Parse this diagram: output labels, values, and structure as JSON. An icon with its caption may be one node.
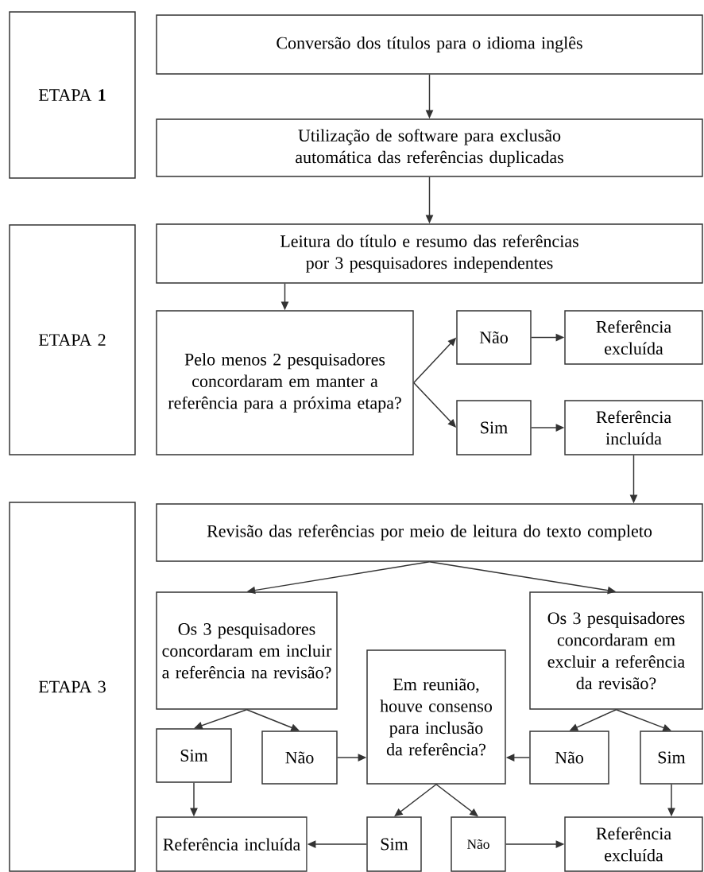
{
  "diagram": {
    "nodes": [
      {
        "text": [
          "ETAPA **1**"
        ]
      },
      {
        "text": [
          "Conversão dos títulos para o idioma inglês"
        ]
      },
      {
        "text": [
          "Utilização de software para exclusão automática das referências duplicadas"
        ]
      },
      {
        "text": [
          "ETAPA 2"
        ]
      },
      {
        "text": [
          "Leitura do título e resumo das referências por 3 pesquisadores independentes"
        ]
      },
      {
        "text": [
          "Pelo menos 2 pesquisadores concordaram em manter a referência para a próxima etapa?"
        ]
      },
      {
        "text": [
          "Não"
        ]
      },
      {
        "text": [
          "Referência excluída"
        ]
      },
      {
        "text": [
          "Sim"
        ]
      },
      {
        "text": [
          "Referência incluída"
        ]
      },
      {
        "text": [
          "ETAPA 3"
        ]
      },
      {
        "text": [
          "Revisão das referências por meio de leitura do texto completo"
        ]
      },
      {
        "text": [
          "Os 3 pesquisadores concordaram em incluir a referência na revisão?"
        ]
      },
      {
        "text": [
          "Os 3 pesquisadores concordaram em excluir a referência da revisão?"
        ]
      },
      {
        "text": [
          "Em reunião, houve consenso para inclusão da referência?"
        ]
      },
      {
        "text": [
          "Sim"
        ]
      },
      {
        "text": [
          "Não"
        ]
      },
      {
        "text": [
          "Não"
        ]
      },
      {
        "text": [
          "Sim"
        ]
      },
      {
        "text": [
          "Referência incluída"
        ]
      },
      {
        "text": [
          "Sim"
        ]
      },
      {
        "text": [
          "Não"
        ]
      },
      {
        "text": [
          "Referência excluída"
        ]
      }
    ],
    "edges": [
      {
        "from": 1,
        "to": 2,
        "arrow": "to"
      },
      {
        "from": 2,
        "to": 4,
        "arrow": "to"
      },
      {
        "from": 4,
        "to": 5,
        "arrow": "to"
      },
      {
        "from": 5,
        "to": 6,
        "arrow": "to"
      },
      {
        "from": 5,
        "to": 8,
        "arrow": "to"
      },
      {
        "from": 6,
        "to": 7,
        "arrow": "to"
      },
      {
        "from": 8,
        "to": 9,
        "arrow": "to"
      },
      {
        "from": 9,
        "to": 11,
        "arrow": "to"
      },
      {
        "from": 11,
        "to": 12,
        "arrow": "to"
      },
      {
        "from": 11,
        "to": 13,
        "arrow": "to"
      },
      {
        "from": 12,
        "to": 15,
        "arrow": "to"
      },
      {
        "from": 12,
        "to": 16,
        "arrow": "to"
      },
      {
        "from": 13,
        "to": 17,
        "arrow": "to"
      },
      {
        "from": 13,
        "to": 18,
        "arrow": "to"
      },
      {
        "from": 16,
        "to": 14,
        "arrow": "to"
      },
      {
        "from": 17,
        "to": 14,
        "arrow": "to"
      },
      {
        "from": 15,
        "to": 19,
        "arrow": "to"
      },
      {
        "from": 18,
        "to": 22,
        "arrow": "to"
      },
      {
        "from": 14,
        "to": 20,
        "arrow": "to"
      },
      {
        "from": 14,
        "to": 21,
        "arrow": "to"
      },
      {
        "from": 20,
        "to": 19,
        "arrow": "to"
      },
      {
        "from": 21,
        "to": 22,
        "arrow": "to"
      }
    ]
  }
}
